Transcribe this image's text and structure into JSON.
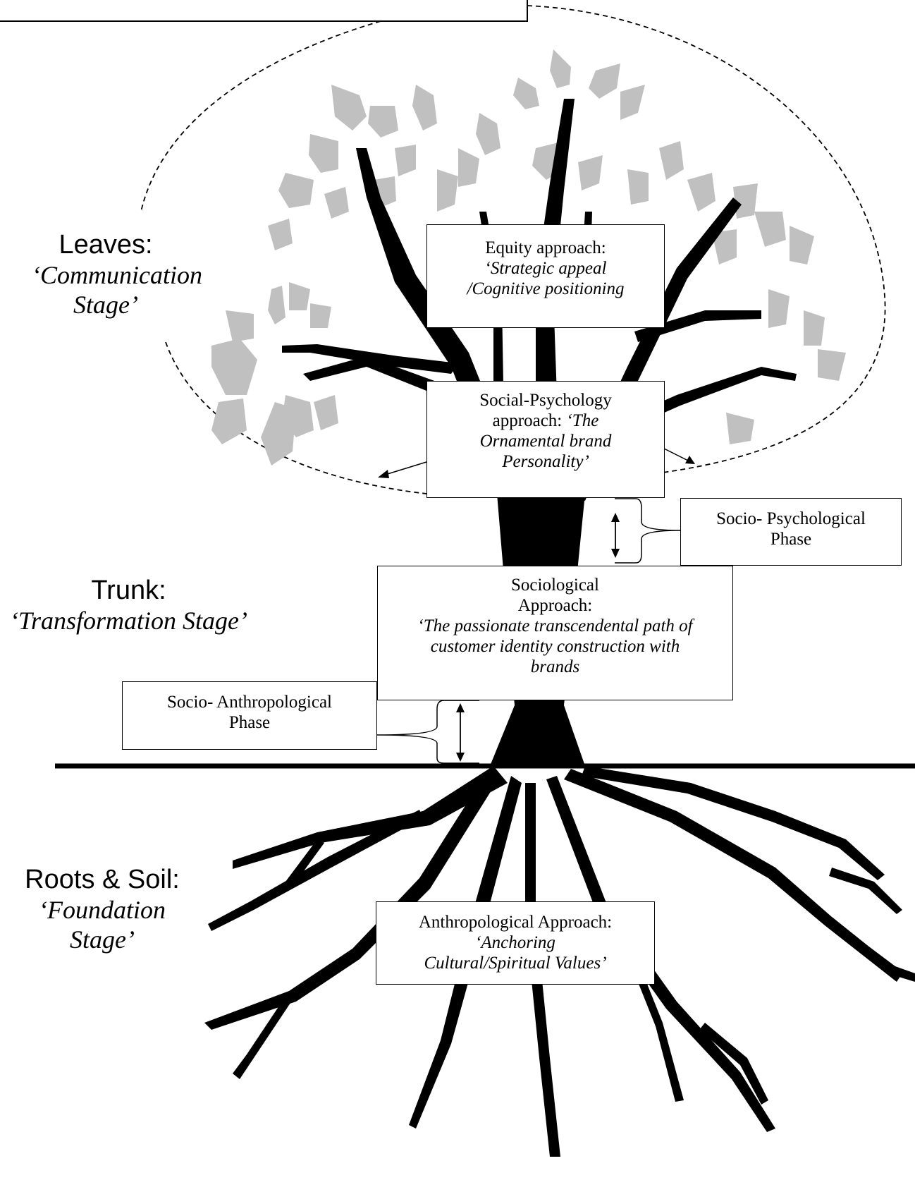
{
  "stages": {
    "leaves": {
      "title": "Leaves:",
      "subtitle": "‘Communication Stage’"
    },
    "trunk": {
      "title": "Trunk:",
      "subtitle": "‘Transformation Stage’"
    },
    "roots": {
      "title": "Roots & Soil:",
      "subtitle": "‘Foundation Stage’"
    }
  },
  "boxes": {
    "equity": {
      "line1": "Equity approach:",
      "line2": "‘Strategic appeal",
      "line3": "/Cognitive positioning"
    },
    "social_psych": {
      "line1": "Social-Psychology",
      "line2": "approach:",
      "line2_italic": " ‘The",
      "line3": "Ornamental brand",
      "line4": "Personality’"
    },
    "socio_psych_phase": {
      "line1": "Socio- Psychological",
      "line2": "Phase"
    },
    "sociological": {
      "line1": "Sociological",
      "line2": "Approach:",
      "line3": "‘The passionate transcendental path of",
      "line4": "customer identity construction with",
      "line5": "brands"
    },
    "socio_anthro_phase": {
      "line1": "Socio- Anthropological",
      "line2": "Phase"
    },
    "anthropological": {
      "line1": "Anthropological Approach:",
      "line2": "‘Anchoring",
      "line3": "Cultural/Spiritual Values’"
    }
  },
  "colors": {
    "leaf": "#c0c0c0",
    "ink": "#000000",
    "background": "#ffffff"
  }
}
